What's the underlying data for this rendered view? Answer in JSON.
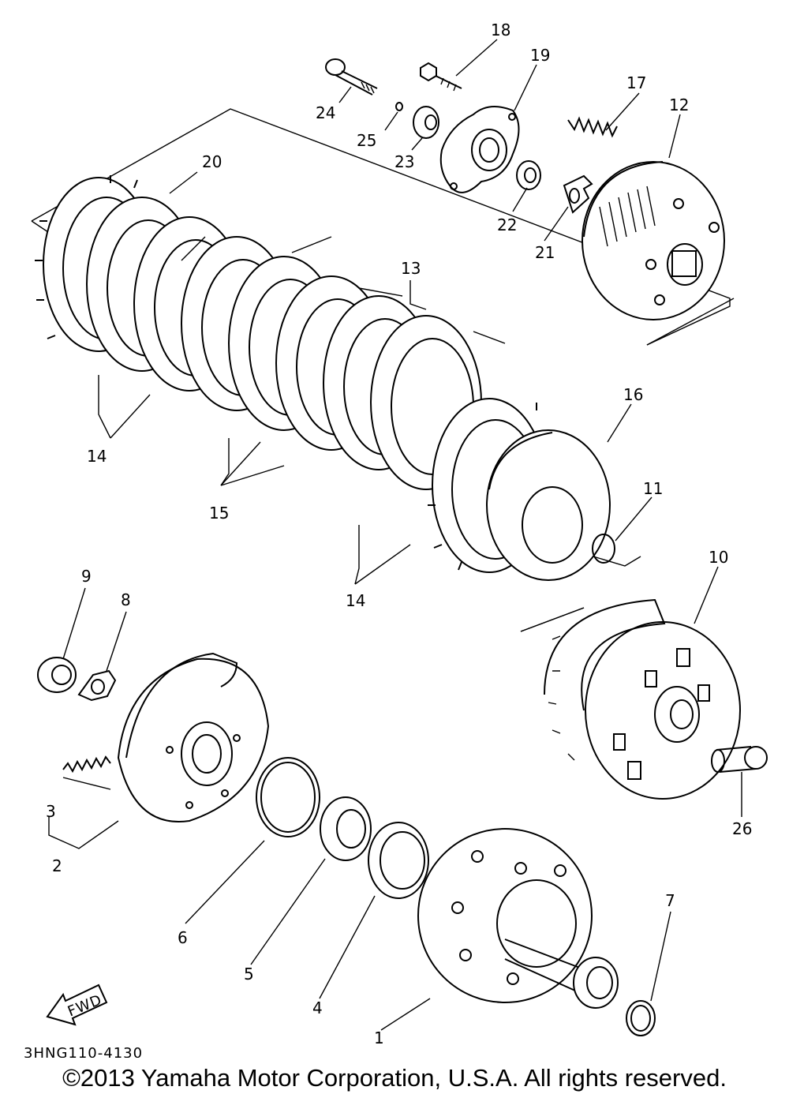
{
  "diagram": {
    "callouts": {
      "p1": "1",
      "p2": "2",
      "p3": "3",
      "p4": "4",
      "p5": "5",
      "p6": "6",
      "p7": "7",
      "p8": "8",
      "p9": "9",
      "p10": "10",
      "p11": "11",
      "p12": "12",
      "p13": "13",
      "p14a": "14",
      "p14b": "14",
      "p15": "15",
      "p16": "16",
      "p17": "17",
      "p18": "18",
      "p19": "19",
      "p20": "20",
      "p21": "21",
      "p22": "22",
      "p23": "23",
      "p24": "24",
      "p25": "25",
      "p26": "26"
    },
    "drawing_code": "3HNG110-4130",
    "fwd_label": "FWD"
  },
  "footer": {
    "copyright": "©2013 Yamaha Motor Corporation, U.S.A. All rights reserved."
  }
}
